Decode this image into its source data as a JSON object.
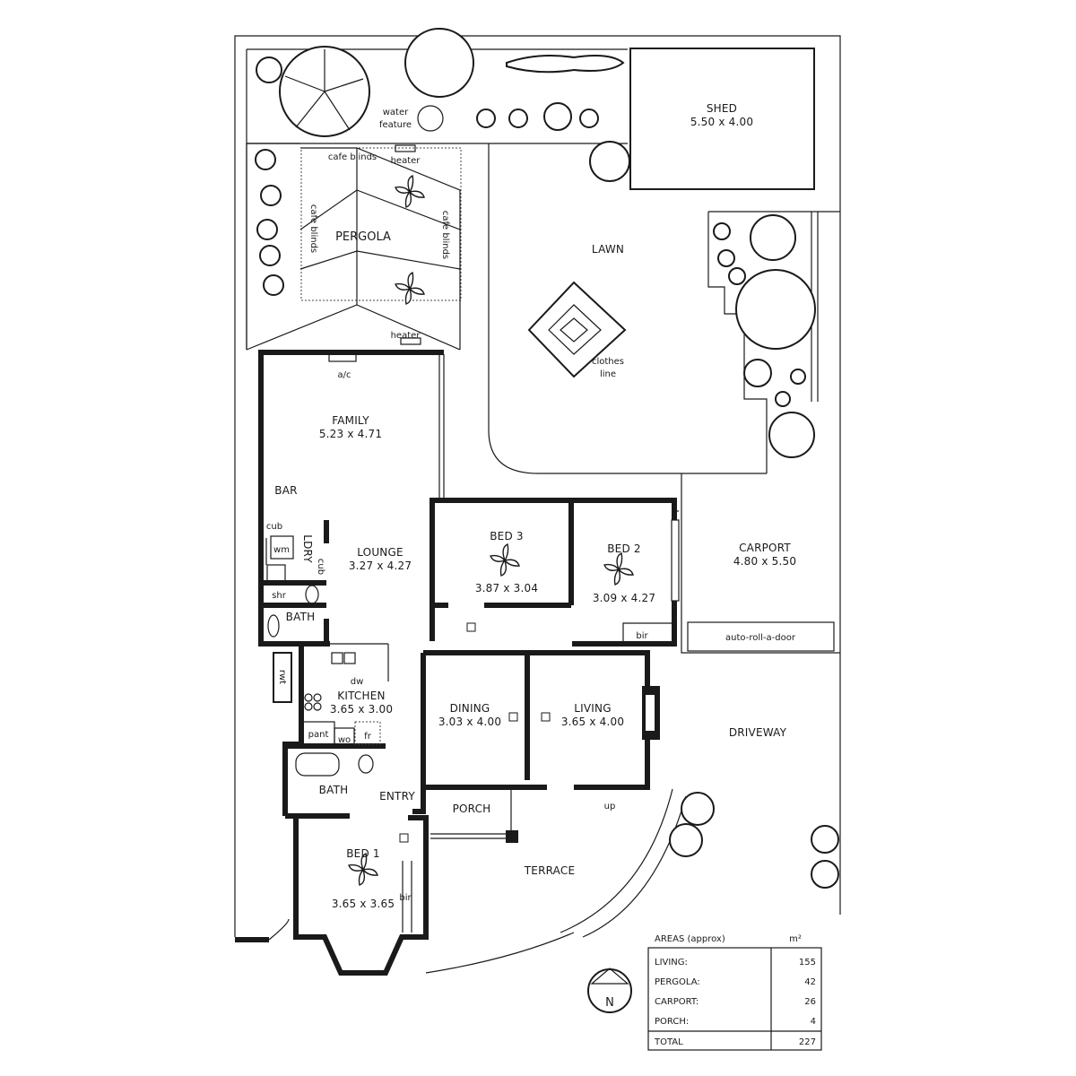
{
  "rooms": {
    "shed": {
      "name": "SHED",
      "dims": "5.50 x 4.00"
    },
    "lawn": {
      "name": "LAWN"
    },
    "pergola": {
      "name": "PERGOLA"
    },
    "family": {
      "name": "FAMILY",
      "dims": "5.23 x 4.71"
    },
    "bar": {
      "name": "BAR"
    },
    "lounge": {
      "name": "LOUNGE",
      "dims": "3.27 x 4.27"
    },
    "bed3": {
      "name": "BED 3",
      "dims": "3.87 x 3.04"
    },
    "bed2": {
      "name": "BED 2",
      "dims": "3.09 x 4.27"
    },
    "carport": {
      "name": "CARPORT",
      "dims": "4.80 x 5.50"
    },
    "ldry": {
      "name": "LDRY"
    },
    "bath_upper": {
      "name": "BATH"
    },
    "kitchen": {
      "name": "KITCHEN",
      "dims": "3.65 x 3.00"
    },
    "dining": {
      "name": "DINING",
      "dims": "3.03 x 4.00"
    },
    "living": {
      "name": "LIVING",
      "dims": "3.65 x 4.00"
    },
    "driveway": {
      "name": "DRIVEWAY"
    },
    "bath_lower": {
      "name": "BATH"
    },
    "entry": {
      "name": "ENTRY"
    },
    "porch": {
      "name": "PORCH"
    },
    "bed1": {
      "name": "BED 1",
      "dims": "3.65 x 3.65"
    },
    "terrace": {
      "name": "TERRACE"
    }
  },
  "features": {
    "water_feature_1": "water",
    "water_feature_2": "feature",
    "cafe_blinds_top": "cafe blinds",
    "cafe_blinds_left": "cafe blinds",
    "cafe_blinds_right": "cafe blinds",
    "heater_top": "heater",
    "heater_bottom": "heater",
    "clothes_line_1": "clothes",
    "clothes_line_2": "line",
    "ac": "a/c",
    "cub_1": "cub",
    "cub_2": "cub",
    "wm": "wm",
    "shr": "shr",
    "rwt": "rwt",
    "dw": "dw",
    "pant": "pant",
    "wo": "wo",
    "fr": "fr",
    "bir_bed2": "bir",
    "bir_bed1": "bir",
    "auto_roll": "auto-roll-a-door",
    "up": "up",
    "north": "N"
  },
  "areas": {
    "title": "AREAS (approx)",
    "unit": "m²",
    "rows": [
      {
        "label": "LIVING:",
        "value": "155"
      },
      {
        "label": "PERGOLA:",
        "value": "42"
      },
      {
        "label": "CARPORT:",
        "value": "26"
      },
      {
        "label": "PORCH:",
        "value": "4"
      },
      {
        "label": "TOTAL",
        "value": "227"
      }
    ]
  }
}
